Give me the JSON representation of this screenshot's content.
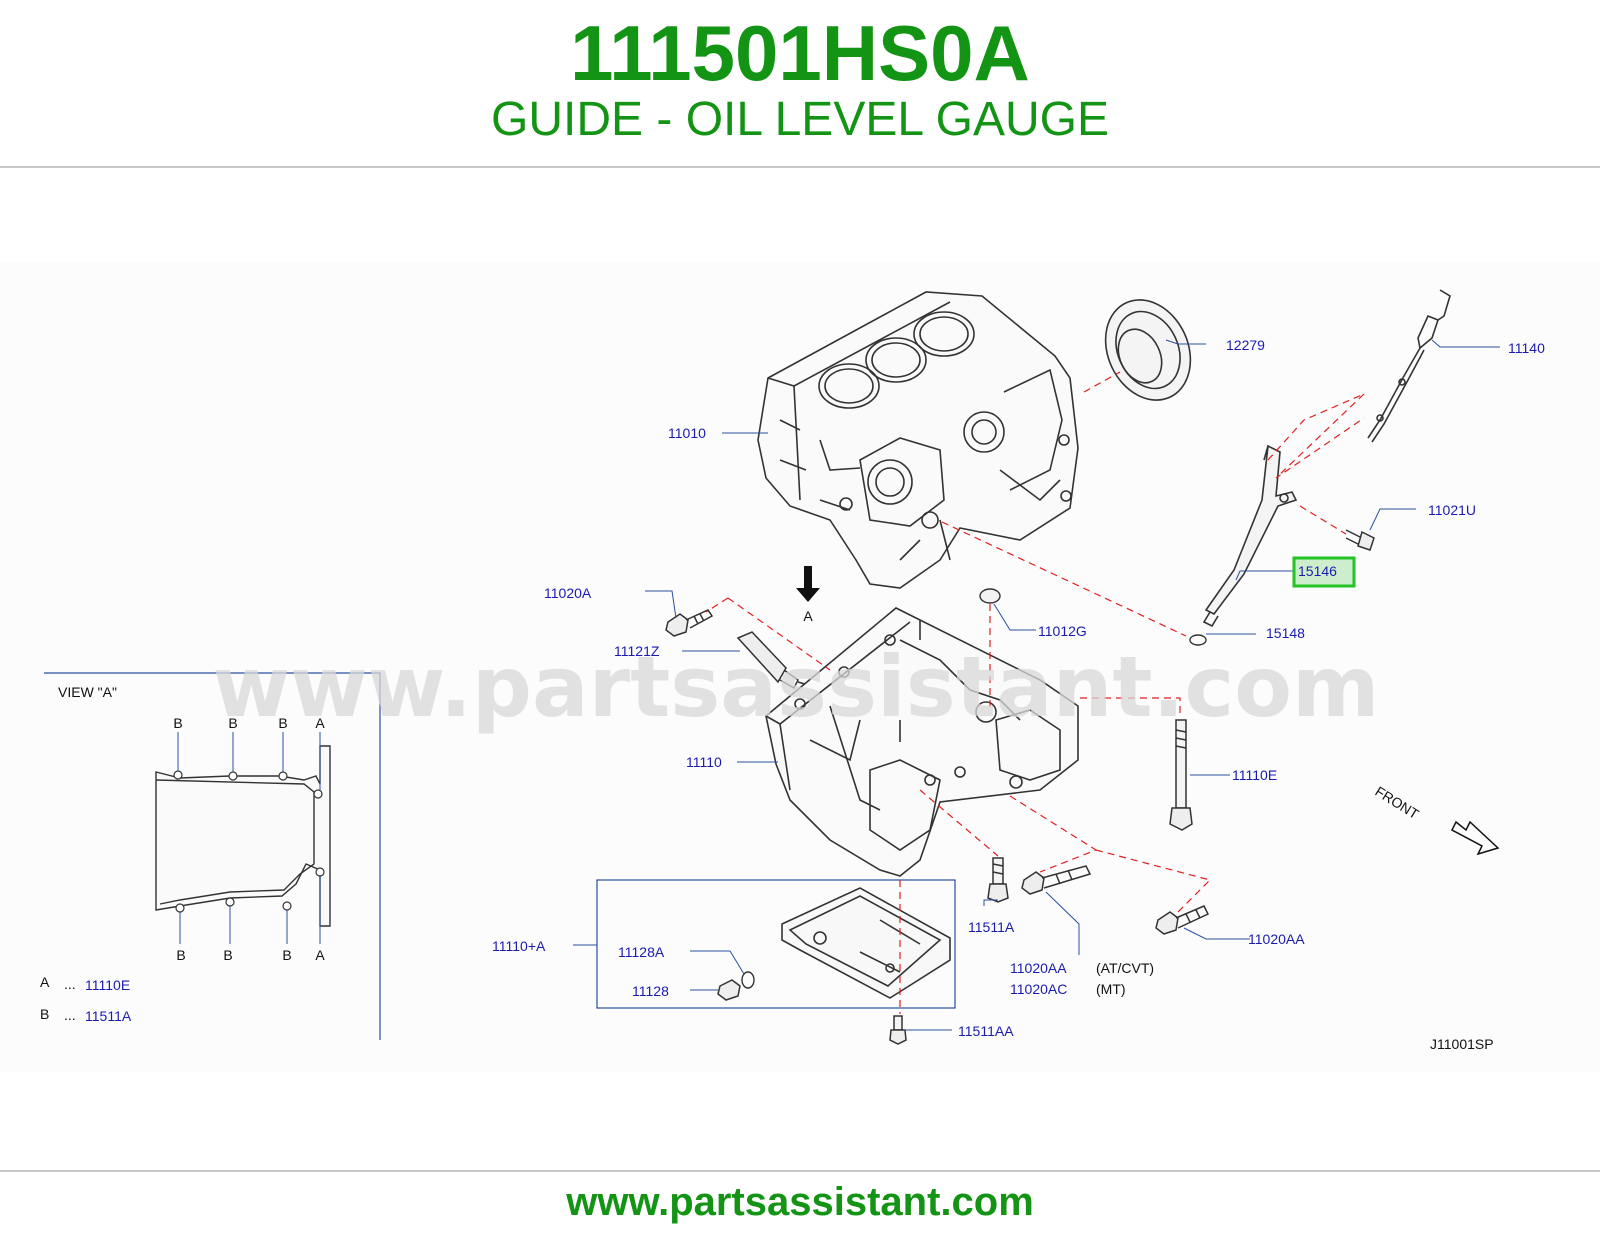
{
  "header": {
    "part_number": "111501HS0A",
    "part_name": "GUIDE - OIL LEVEL GAUGE"
  },
  "watermark": "www.partsassistant.com",
  "footer": {
    "url": "www.partsassistant.com"
  },
  "diagram": {
    "code": "J11001SP",
    "front_label": "FRONT",
    "view_arrow_label": "A",
    "highlighted_part": "15146",
    "highlight_color": "#22c322",
    "callouts": {
      "p12279": "12279",
      "p11140": "11140",
      "p11010": "11010",
      "p11021U": "11021U",
      "p15146": "15146",
      "p11020A": "11020A",
      "p11012G": "11012G",
      "p15148": "15148",
      "p11121Z": "11121Z",
      "p11110": "11110",
      "p11110E": "11110E",
      "p11511A": "11511A",
      "p11020AA_a": "11020AA",
      "p11110A": "11110+A",
      "p11128A": "11128A",
      "p11128": "11128",
      "p11020AA_b": "11020AA",
      "p11020AC": "11020AC",
      "p11511AA": "11511AA"
    },
    "notes": {
      "at_cvt": "(AT/CVT)",
      "mt": "(MT)"
    },
    "view_a": {
      "title": "VIEW  \"A\"",
      "top_markers": [
        "B",
        "B",
        "B",
        "A"
      ],
      "bottom_markers": [
        "B",
        "B",
        "B",
        "A"
      ],
      "legend": [
        {
          "key": "A",
          "dots": "...",
          "part": "11110E"
        },
        {
          "key": "B",
          "dots": "...",
          "part": "11511A"
        }
      ]
    }
  }
}
